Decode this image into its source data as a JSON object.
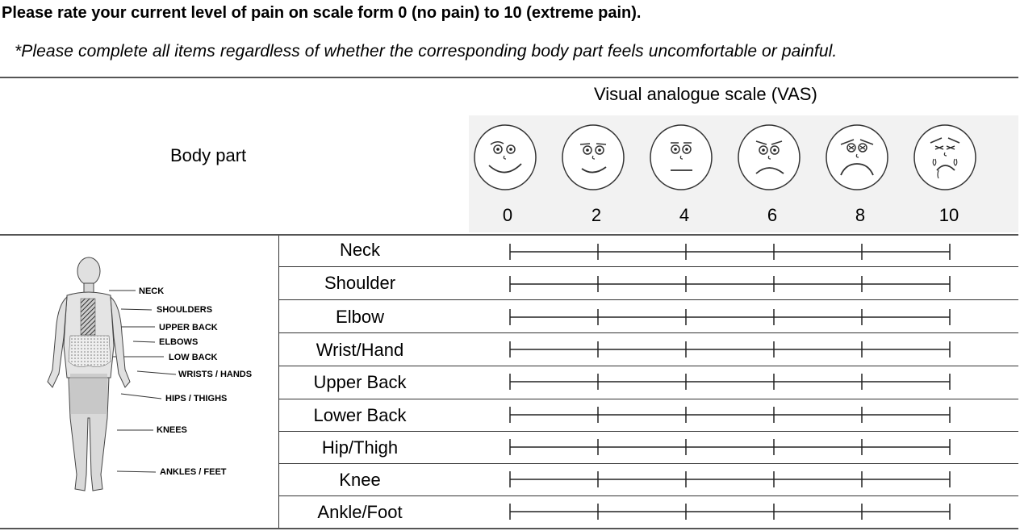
{
  "header": {
    "title": "Please rate your current level of pain on scale form 0 (no pain) to 10 (extreme pain).",
    "note": "*Please complete all items regardless of whether the corresponding body part feels uncomfortable or painful."
  },
  "table": {
    "col_body_part": "Body part",
    "col_vas": "Visual analogue scale (VAS)",
    "scale_points": [
      "0",
      "2",
      "4",
      "6",
      "8",
      "10"
    ],
    "faces": [
      "smiling-face-icon",
      "slight-smile-face-icon",
      "neutral-face-icon",
      "frowning-face-icon",
      "distressed-face-icon",
      "crying-face-icon"
    ],
    "rows": [
      {
        "label": "Neck"
      },
      {
        "label": "Shoulder"
      },
      {
        "label": "Elbow"
      },
      {
        "label": "Wrist/Hand"
      },
      {
        "label": "Upper Back"
      },
      {
        "label": "Lower Back"
      },
      {
        "label": "Hip/Thigh"
      },
      {
        "label": "Knee"
      },
      {
        "label": "Ankle/Foot"
      }
    ]
  },
  "body_map": {
    "labels": [
      "NECK",
      "SHOULDERS",
      "UPPER BACK",
      "ELBOWS",
      "LOW BACK",
      "WRISTS / HANDS",
      "HIPS / THIGHS",
      "KNEES",
      "ANKLES / FEET"
    ]
  },
  "colors": {
    "panel": "#f2f2f2",
    "rule": "#555555"
  }
}
